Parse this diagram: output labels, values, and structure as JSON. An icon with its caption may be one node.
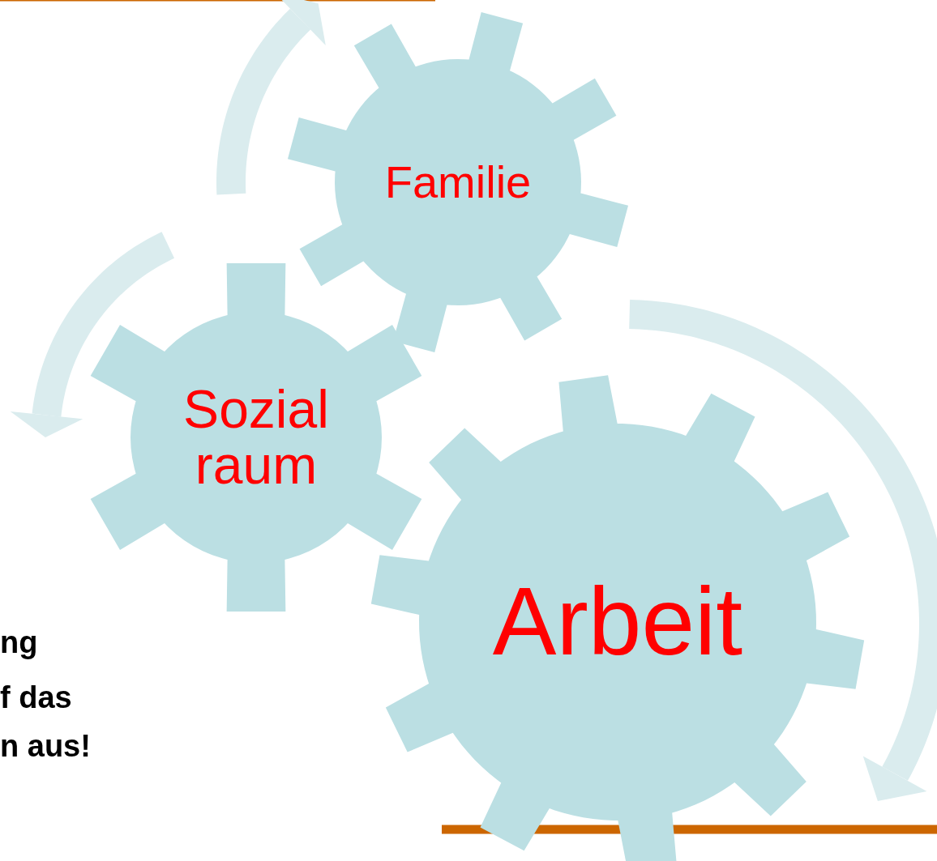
{
  "diagram": {
    "nodes": [
      {
        "text": [
          "Familie"
        ]
      },
      {
        "text": [
          "Sozial raum"
        ]
      },
      {
        "text": [
          "Arbeit"
        ]
      }
    ],
    "labels": [
      "ng",
      "f das",
      "n aus!"
    ]
  }
}
